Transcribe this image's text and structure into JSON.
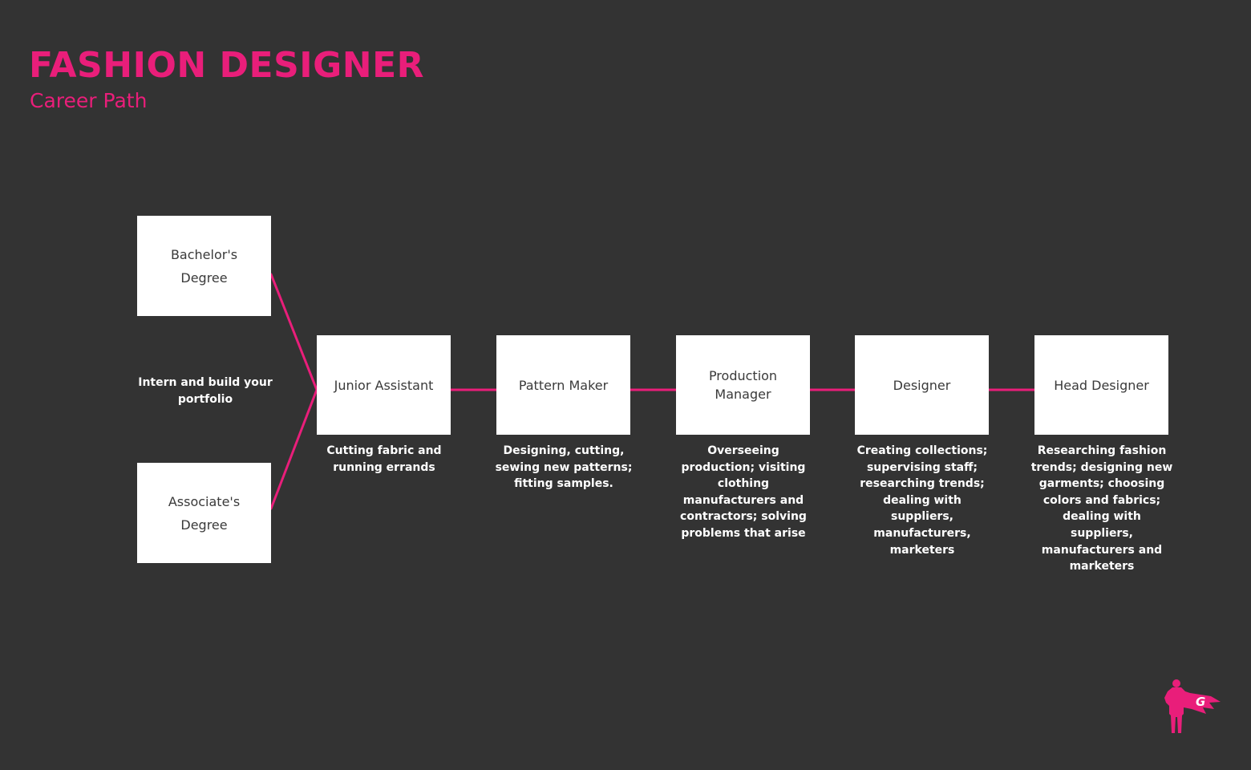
{
  "header": {
    "title": "FASHION DESIGNER",
    "subtitle": "Career Path"
  },
  "colors": {
    "background": "#333333",
    "accent": "#e91e7a",
    "box": "#ffffff",
    "box_text": "#3a3a3a",
    "desc_text": "#ffffff"
  },
  "degrees": {
    "bachelors": "Bachelor's Degree",
    "associates": "Associate's Degree",
    "between_note": "Intern and build your portfolio"
  },
  "steps": [
    {
      "label": "Junior Assistant",
      "description": "Cutting fabric and running errands"
    },
    {
      "label": "Pattern Maker",
      "description": "Designing, cutting, sewing new patterns; fitting samples."
    },
    {
      "label": "Production Manager",
      "description": "Overseeing production; visiting clothing manufacturers and contractors; solving problems that arise"
    },
    {
      "label": "Designer",
      "description": "Creating collections; supervising staff; researching trends; dealing with suppliers, manufacturers, marketers"
    },
    {
      "label": "Head Designer",
      "description": "Researching fashion trends; designing new garments; choosing colors and fabrics; dealing with suppliers, manufacturers and marketers"
    }
  ],
  "logo": {
    "icon": "superhero-g-icon",
    "letter": "G"
  }
}
